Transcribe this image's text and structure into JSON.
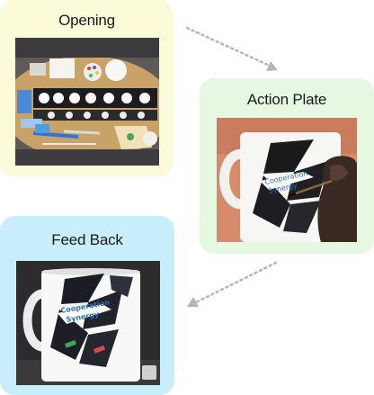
{
  "colors": {
    "opening_bg": "#fcfbd9",
    "action_bg": "#e6f8e2",
    "feedback_bg": "#c8eefb",
    "arrow": "#b5b5b5"
  },
  "steps": [
    {
      "title": "Opening",
      "photo_icon": "workshop-table-photo"
    },
    {
      "title": "Action Plate",
      "photo_icon": "painting-mug-photo"
    },
    {
      "title": "Feed Back",
      "photo_icon": "finished-mug-photo"
    }
  ],
  "mug_text": {
    "line1": "Cooperation",
    "line2": "Synergy"
  }
}
